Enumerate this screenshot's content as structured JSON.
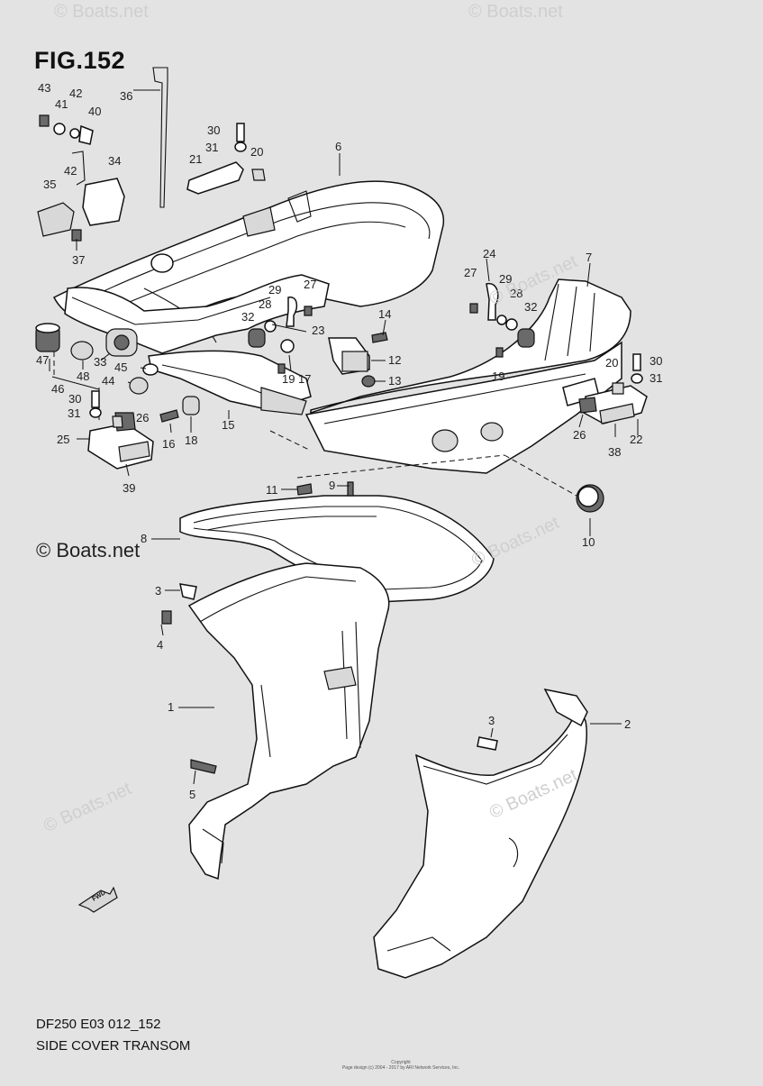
{
  "figure": {
    "title": "FIG.152",
    "model_code": "DF250 E03 012_152",
    "description": "SIDE COVER TRANSOM"
  },
  "watermark": {
    "main": "© Boats.net",
    "faint": "© Boats.net"
  },
  "copyright": {
    "line1": "Copyright",
    "line2": "Page design (c) 2004 - 2017 by ARI Network Services, Inc."
  },
  "fwd_label": "FWD",
  "callouts": [
    "1",
    "2",
    "3",
    "3",
    "4",
    "5",
    "6",
    "7",
    "8",
    "9",
    "10",
    "11",
    "12",
    "13",
    "14",
    "15",
    "16",
    "17",
    "18",
    "19",
    "19",
    "20",
    "20",
    "21",
    "22",
    "23",
    "24",
    "25",
    "26",
    "26",
    "27",
    "27",
    "28",
    "28",
    "29",
    "29",
    "30",
    "30",
    "30",
    "31",
    "31",
    "31",
    "32",
    "32",
    "33",
    "34",
    "35",
    "36",
    "37",
    "38",
    "39",
    "40",
    "41",
    "42",
    "42",
    "43",
    "44",
    "45",
    "46",
    "47",
    "48"
  ]
}
